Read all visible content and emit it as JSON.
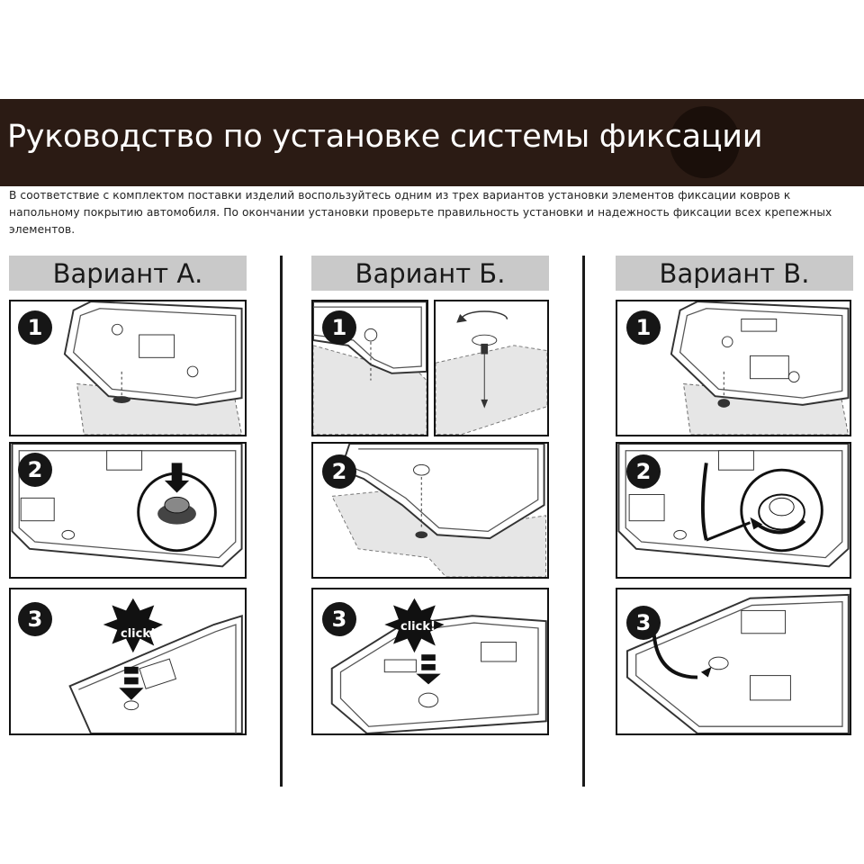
{
  "title": "Руководство по установке системы фиксации",
  "intro": "В соответствие с комплектом поставки изделий воспользуйтесь одним из трех вариантов установки элементов фиксации ковров к напольному покрытию автомобиля. По окончании установки проверьте правильность установки и надежность фиксации всех крепежных элементов.",
  "variants": [
    {
      "heading": "Вариант А.",
      "steps": [
        "1",
        "2",
        "3"
      ]
    },
    {
      "heading": "Вариант Б.",
      "steps": [
        "1",
        "2",
        "3"
      ]
    },
    {
      "heading": "Вариант В.",
      "steps": [
        "1",
        "2",
        "3"
      ]
    }
  ],
  "click_label": "click!",
  "colors": {
    "banner": "#2b1b14",
    "heading_bar": "#c9c9c9",
    "carpet": "#e6e6e6"
  }
}
